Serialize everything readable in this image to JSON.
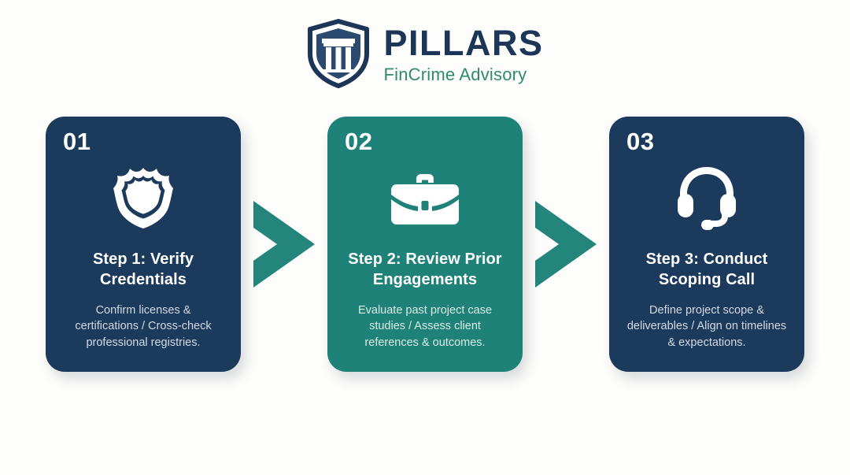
{
  "brand": {
    "logo_icon": "shield-pillars-logo-icon",
    "title": "PILLARS",
    "subtitle": "FinCrime Advisory",
    "title_color": "#1d3557",
    "subtitle_color": "#2f8a6d"
  },
  "colors": {
    "background": "#fdfdfb",
    "navy": "#1b3a5c",
    "teal": "#1f8278",
    "arrow": "#23857b",
    "card_text": "#ffffff",
    "card_desc": "#d2dbe4"
  },
  "connectors": [
    {
      "icon": "chevron-right-arrow",
      "color": "#23857b"
    },
    {
      "icon": "chevron-right-arrow",
      "color": "#23857b"
    }
  ],
  "steps": [
    {
      "number": "01",
      "icon": "badge-shield-icon",
      "title": "Step 1: Verify Credentials",
      "description": "Confirm licenses & certifications / Cross-check professional registries.",
      "theme": "navy"
    },
    {
      "number": "02",
      "icon": "briefcase-icon",
      "title": "Step 2: Review Prior Engagements",
      "description": "Evaluate past project case studies / Assess client references & outcomes.",
      "theme": "teal"
    },
    {
      "number": "03",
      "icon": "headset-icon",
      "title": "Step 3: Conduct Scoping Call",
      "description": "Define project scope & deliverables / Align on timelines & expectations.",
      "theme": "navy"
    }
  ]
}
